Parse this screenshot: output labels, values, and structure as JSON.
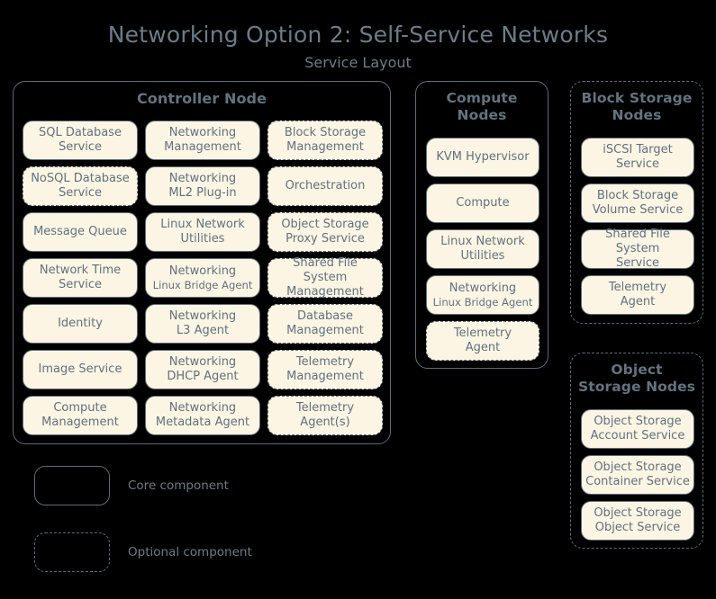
{
  "title": "Networking Option 2: Self-Service Networks",
  "subtitle": "Service Layout",
  "colors": {
    "background": "#000000",
    "box_fill": "#fdf5e3",
    "border": "#5a6d7a",
    "text": "#5e7280",
    "title_text": "#6a7d8a"
  },
  "groups": {
    "controller": {
      "title": "Controller Node",
      "optional": false,
      "services": [
        {
          "main": "SQL Database",
          "sub": "Service",
          "two_line": true,
          "optional": false
        },
        {
          "main": "Networking",
          "sub": "Management",
          "two_line": true,
          "optional": false
        },
        {
          "main": "Block Storage",
          "sub": "Management",
          "two_line": true,
          "optional": true
        },
        {
          "main": "NoSQL Database",
          "sub": "Service",
          "two_line": true,
          "optional": true
        },
        {
          "main": "Networking",
          "sub": "ML2 Plug-in",
          "two_line": true,
          "optional": false
        },
        {
          "main": "Orchestration",
          "sub": "",
          "two_line": false,
          "optional": true
        },
        {
          "main": "Message Queue",
          "sub": "",
          "two_line": false,
          "optional": false
        },
        {
          "main": "Linux Network",
          "sub": "Utilities",
          "two_line": true,
          "optional": false
        },
        {
          "main": "Object Storage",
          "sub": "Proxy Service",
          "two_line": true,
          "optional": true
        },
        {
          "main": "Network Time",
          "sub": "Service",
          "two_line": true,
          "optional": false
        },
        {
          "main": "Networking",
          "sub": "Linux Bridge Agent",
          "two_line": true,
          "small_sub": true,
          "optional": false
        },
        {
          "main": "Shared File System",
          "sub": "Management",
          "two_line": true,
          "optional": true
        },
        {
          "main": "Identity",
          "sub": "",
          "two_line": false,
          "optional": false
        },
        {
          "main": "Networking",
          "sub": "L3 Agent",
          "two_line": true,
          "optional": false
        },
        {
          "main": "Database",
          "sub": "Management",
          "two_line": true,
          "optional": true
        },
        {
          "main": "Image Service",
          "sub": "",
          "two_line": false,
          "optional": false
        },
        {
          "main": "Networking",
          "sub": "DHCP Agent",
          "two_line": true,
          "optional": false
        },
        {
          "main": "Telemetry",
          "sub": "Management",
          "two_line": true,
          "optional": true
        },
        {
          "main": "Compute",
          "sub": "Management",
          "two_line": true,
          "optional": false
        },
        {
          "main": "Networking",
          "sub": "Metadata Agent",
          "two_line": true,
          "optional": false
        },
        {
          "main": "Telemetry",
          "sub": "Agent(s)",
          "two_line": true,
          "optional": true
        }
      ]
    },
    "compute": {
      "title": "Compute\nNodes",
      "title_lines": [
        "Compute",
        "Nodes"
      ],
      "optional": false,
      "services": [
        {
          "main": "KVM Hypervisor",
          "sub": "",
          "two_line": false,
          "optional": false
        },
        {
          "main": "Compute",
          "sub": "",
          "two_line": false,
          "optional": false
        },
        {
          "main": "Linux Network",
          "sub": "Utilities",
          "two_line": true,
          "optional": false
        },
        {
          "main": "Networking",
          "sub": "Linux Bridge Agent",
          "two_line": true,
          "small_sub": true,
          "optional": false
        },
        {
          "main": "Telemetry",
          "sub": "Agent",
          "two_line": true,
          "optional": true
        }
      ]
    },
    "block_storage": {
      "title": "Block Storage\nNodes",
      "title_lines": [
        "Block Storage",
        "Nodes"
      ],
      "optional": true,
      "services": [
        {
          "main": "iSCSI Target",
          "sub": "Service",
          "two_line": true,
          "optional": false
        },
        {
          "main": "Block Storage",
          "sub": "Volume Service",
          "two_line": true,
          "optional": false
        },
        {
          "main": "Shared File System",
          "sub": "Service",
          "two_line": true,
          "optional": false
        },
        {
          "main": "Telemetry",
          "sub": "Agent",
          "two_line": true,
          "optional": false
        }
      ]
    },
    "object_storage": {
      "title": "Object\nStorage Nodes",
      "title_lines": [
        "Object",
        "Storage Nodes"
      ],
      "optional": true,
      "services": [
        {
          "main": "Object Storage",
          "sub": "Account Service",
          "two_line": true,
          "optional": false
        },
        {
          "main": "Object Storage",
          "sub": "Container Service",
          "two_line": true,
          "optional": false
        },
        {
          "main": "Object Storage",
          "sub": "Object Service",
          "two_line": true,
          "optional": false
        }
      ]
    }
  },
  "legend": {
    "items": [
      {
        "label": "Core component",
        "optional": false
      },
      {
        "label": "Optional component",
        "optional": true
      }
    ]
  }
}
